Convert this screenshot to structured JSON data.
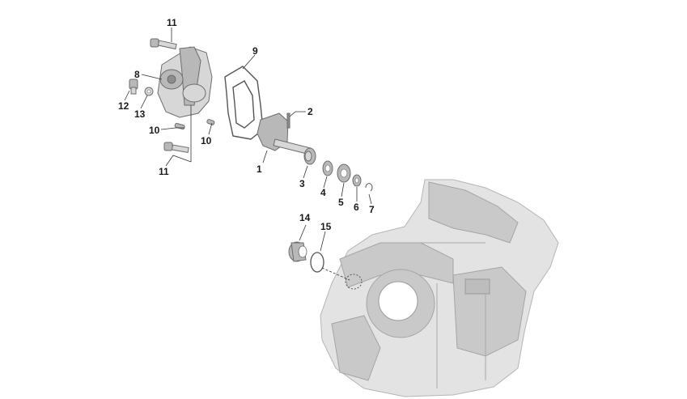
{
  "callouts": {
    "c1": "1",
    "c2": "2",
    "c3": "3",
    "c4": "4",
    "c5": "5",
    "c6": "6",
    "c7": "7",
    "c8": "8",
    "c9": "9",
    "c10a": "10",
    "c10b": "10",
    "c11a": "11",
    "c11b": "11",
    "c12": "12",
    "c13": "13",
    "c14": "14",
    "c15": "15"
  }
}
